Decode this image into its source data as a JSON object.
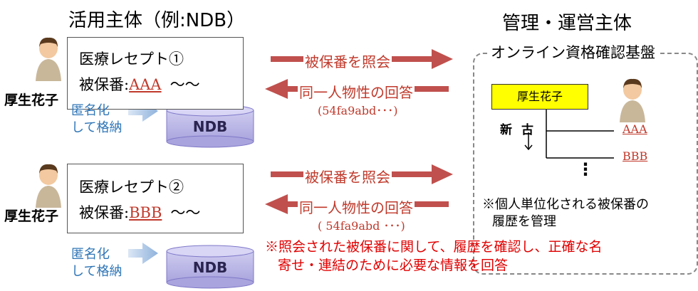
{
  "left_title": "活用主体（例:NDB）",
  "right_title": "管理・運営主体",
  "right_subtitle": "オンライン資格確認基盤",
  "rows": [
    {
      "doc_title": "医療レセプト①",
      "insurer_label": "被保番:",
      "insurer_value": "AAA",
      "insurer_suffix": "〜〜",
      "person_name": "厚生花子",
      "query_label": "被保番を照会",
      "answer_label": "同一人物性の回答",
      "answer_hash": "(54fa9abd･･･)",
      "store_line1": "匿名化",
      "store_line2": "して格納",
      "db_label": "NDB"
    },
    {
      "doc_title": "医療レセプト②",
      "insurer_label": "被保番:",
      "insurer_value": "BBB",
      "insurer_suffix": "〜〜",
      "person_name": "厚生花子",
      "query_label": "被保番を照会",
      "answer_label": "同一人物性の回答",
      "answer_hash": "( 54fa9abd ･･･)",
      "store_line1": "匿名化",
      "store_line2": "して格納",
      "db_label": "NDB"
    }
  ],
  "registry": {
    "person_name": "厚生花子",
    "order_new": "新",
    "order_old": "古",
    "history": [
      "AAA",
      "BBB"
    ],
    "more": "⋮",
    "note_line1": "※個人単位化される被保番の",
    "note_line2": "履歴を管理"
  },
  "bottom_note": {
    "line1": "※照会された被保番に関して、履歴を確認し、正確な名",
    "line2": "寄せ・連結のために必要な情報を回答"
  },
  "colors": {
    "arrow_red": "#c0504d",
    "text_red": "#c0392b",
    "note_red": "#e00000",
    "store_blue": "#2e75b6",
    "db_purple": "#b7b3e3",
    "highlight_yellow": "#ffff00"
  }
}
